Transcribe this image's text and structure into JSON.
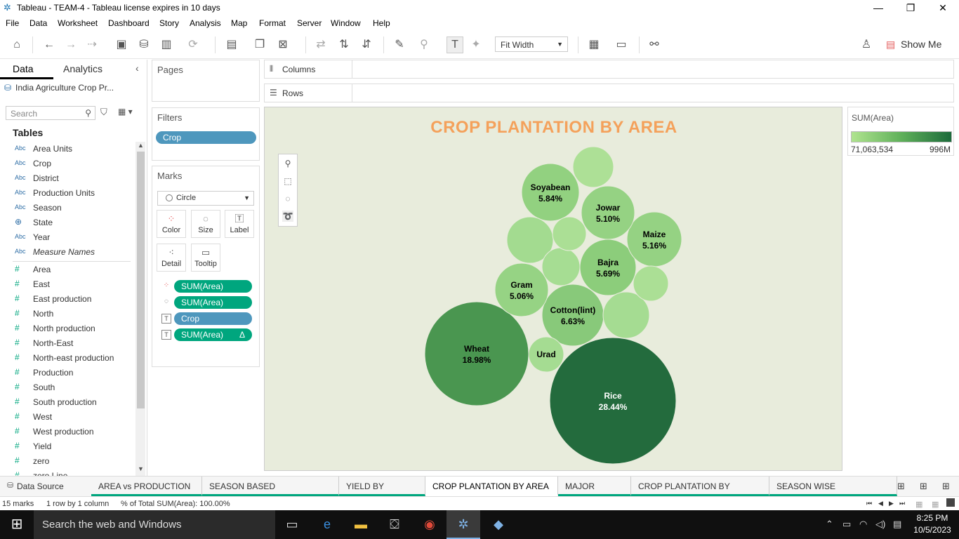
{
  "window": {
    "title": "Tableau - TEAM-4 - Tableau license expires in 10 days",
    "minimize": "—",
    "restore": "❐",
    "close": "✕"
  },
  "menu": [
    "File",
    "Data",
    "Worksheet",
    "Dashboard",
    "Story",
    "Analysis",
    "Map",
    "Format",
    "Server",
    "Window",
    "Help"
  ],
  "toolbar": {
    "fit_value": "Fit Width",
    "show_me_label": "Show Me"
  },
  "left_pane": {
    "tab_data": "Data",
    "tab_analytics": "Analytics",
    "datasource": "India Agriculture Crop Pr...",
    "search_placeholder": "Search",
    "tables_header": "Tables",
    "dimensions": [
      {
        "type": "Abc",
        "name": "Area Units"
      },
      {
        "type": "Abc",
        "name": "Crop"
      },
      {
        "type": "Abc",
        "name": "District"
      },
      {
        "type": "Abc",
        "name": "Production Units"
      },
      {
        "type": "Abc",
        "name": "Season"
      },
      {
        "type": "globe",
        "name": "State"
      },
      {
        "type": "Abc",
        "name": "Year"
      },
      {
        "type": "Abc",
        "name": "Measure Names"
      }
    ],
    "measures": [
      "Area",
      "East",
      "East production",
      "North",
      "North production",
      "North-East",
      "North-east production",
      "Production",
      "South",
      "South production",
      "West",
      "West production",
      "Yield",
      "zero",
      "zero Line"
    ]
  },
  "pages_card": {
    "title": "Pages"
  },
  "filters_card": {
    "title": "Filters",
    "pill": "Crop"
  },
  "marks_card": {
    "title": "Marks",
    "mark_type": "Circle",
    "buttons": [
      "Color",
      "Size",
      "Label",
      "Detail",
      "Tooltip"
    ],
    "pills": [
      {
        "label": "SUM(Area)",
        "kind": "measure",
        "encoding": "color"
      },
      {
        "label": "SUM(Area)",
        "kind": "measure",
        "encoding": "size"
      },
      {
        "label": "Crop",
        "kind": "dimension",
        "encoding": "label"
      },
      {
        "label": "SUM(Area)",
        "kind": "measure",
        "encoding": "label",
        "delta": "Δ"
      }
    ]
  },
  "shelves": {
    "columns": "Columns",
    "rows": "Rows"
  },
  "viz": {
    "title": "CROP PLANTATION BY AREA"
  },
  "chart_data": {
    "type": "packed-bubble",
    "title": "CROP PLANTATION BY AREA",
    "measure": "SUM(Area)",
    "bubbles": [
      {
        "label": "Rice",
        "pct": "28.44%",
        "share": 28.44
      },
      {
        "label": "Wheat",
        "pct": "18.98%",
        "share": 18.98
      },
      {
        "label": "Cotton(lint)",
        "pct": "6.63%",
        "share": 6.63
      },
      {
        "label": "Soyabean",
        "pct": "5.84%",
        "share": 5.84
      },
      {
        "label": "Bajra",
        "pct": "5.69%",
        "share": 5.69
      },
      {
        "label": "Maize",
        "pct": "5.16%",
        "share": 5.16
      },
      {
        "label": "Jowar",
        "pct": "5.10%",
        "share": 5.1
      },
      {
        "label": "Gram",
        "pct": "5.06%",
        "share": 5.06
      },
      {
        "label": "Urad",
        "pct": "",
        "share": null
      },
      {
        "label": "",
        "pct": "",
        "share": null
      },
      {
        "label": "",
        "pct": "",
        "share": null
      },
      {
        "label": "",
        "pct": "",
        "share": null
      },
      {
        "label": "",
        "pct": "",
        "share": null
      },
      {
        "label": "",
        "pct": "",
        "share": null
      },
      {
        "label": "",
        "pct": "",
        "share": null
      }
    ]
  },
  "legend": {
    "title": "SUM(Area)",
    "min": "71,063,534",
    "max": "996M",
    "colors": [
      "#b0e48f",
      "#1c6b3b"
    ]
  },
  "sheet_tabs": {
    "datasource": "Data Source",
    "tabs": [
      "AREA vs PRODUCTION",
      "SEASON BASED CULTIVATION",
      "YIELD BY SEASON",
      "CROP PLANTATION BY AREA",
      "MAJOR CROPS",
      "CROP PLANTATION BY COUNT",
      "SEASON WISE PRODUCTION"
    ],
    "active": "CROP PLANTATION BY AREA"
  },
  "status": {
    "marks": "15 marks",
    "rows_cols": "1 row by 1 column",
    "summary": "% of Total SUM(Area): 100.00%"
  },
  "taskbar": {
    "search_placeholder": "Search the web and Windows",
    "time": "8:25 PM",
    "date": "10/5/2023"
  }
}
